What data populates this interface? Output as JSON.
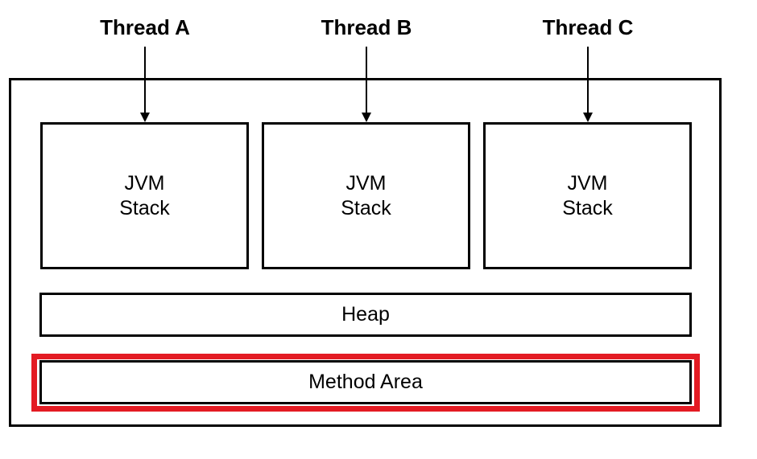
{
  "threads": [
    {
      "label": "Thread A"
    },
    {
      "label": "Thread B"
    },
    {
      "label": "Thread C"
    }
  ],
  "stacks": [
    {
      "label": "JVM\nStack"
    },
    {
      "label": "JVM\nStack"
    },
    {
      "label": "JVM\nStack"
    }
  ],
  "heap": {
    "label": "Heap"
  },
  "method_area": {
    "label": "Method Area",
    "highlight_color": "#e31b23"
  }
}
